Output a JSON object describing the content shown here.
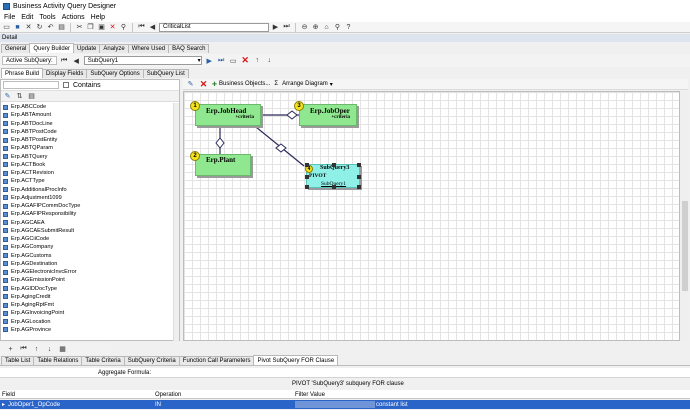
{
  "window": {
    "title": "Business Activity Query Designer"
  },
  "menu": [
    "File",
    "Edit",
    "Tools",
    "Actions",
    "Help"
  ],
  "toolbar": {
    "combo_value": "CriticalList"
  },
  "detail_label": "Detail",
  "main_tabs": [
    "General",
    "Query Builder",
    "Update",
    "Analyze",
    "Where Used",
    "BAQ Search"
  ],
  "main_tab_active": 1,
  "subquery_bar": {
    "label": "Active SubQuery:",
    "value": "SubQuery1"
  },
  "sub_tabs": [
    "Phrase Build",
    "Display Fields",
    "SubQuery Options",
    "SubQuery List"
  ],
  "sub_tab_active": 0,
  "left_panel": {
    "contains_label": "Contains",
    "items": [
      "Erp.ABCCode",
      "Erp.ABTAmount",
      "Erp.ABTDocLine",
      "Erp.ABTPostCode",
      "Erp.ABTPostEntity",
      "Erp.ABTQParam",
      "Erp.ABTQuery",
      "Erp.ACTBook",
      "Erp.ACTRevision",
      "Erp.ACTType",
      "Erp.AdditionalProcInfo",
      "Erp.Adjustment1099",
      "Erp.AGAFIPCommDocType",
      "Erp.AGAFIPResponsibility",
      "Erp.AGCAEA",
      "Erp.AGCAESubmitResult",
      "Erp.AGCiiCode",
      "Erp.AGCompany",
      "Erp.AGCustoms",
      "Erp.AGDestination",
      "Erp.AGElectronicInvcError",
      "Erp.AGEmissionPoint",
      "Erp.AGIDDocType",
      "Erp.AgingCredit",
      "Erp.AgingRptFmt",
      "Erp.AGInvoicingPoint",
      "Erp.AGLocation",
      "Erp.AGProvince"
    ]
  },
  "canvas_toolbar": {
    "business_objects": "Business Objects...",
    "sigma": "Σ",
    "arrange": "Arrange Diagram"
  },
  "diagram": {
    "tables": [
      {
        "badge": "1",
        "title": "Erp.JobHead",
        "sub": "+criteria"
      },
      {
        "badge": "2",
        "title": "Erp.Plant",
        "sub": ""
      },
      {
        "badge": "3",
        "title": "Erp.JobOper",
        "sub": "+criteria"
      },
      {
        "badge": "4",
        "title": "SubQuery3",
        "line2": "PIVOT",
        "line3": "SubQuery1"
      }
    ]
  },
  "bottom_tabs": [
    "Table List",
    "Table Relations",
    "Table Criteria",
    "SubQuery Criteria",
    "Function Call Parameters",
    "Pivot SubQuery FOR Clause"
  ],
  "bottom_tab_active": 5,
  "aggregate_label": "Aggregate Formula:",
  "clause_text": "PIVOT 'SubQuery3' subquery FOR clause",
  "grid": {
    "headers": [
      "Field",
      "Operation",
      "Filter Value"
    ],
    "row": {
      "field": "JobOper1_OpCode",
      "operation": "IN",
      "filter": "constant list"
    }
  },
  "colors": {
    "table_green": "#8fe88f",
    "subquery_cyan": "#8ff0e8",
    "selection_blue": "#2b64c9",
    "badge_yellow": "#f4e21e"
  }
}
